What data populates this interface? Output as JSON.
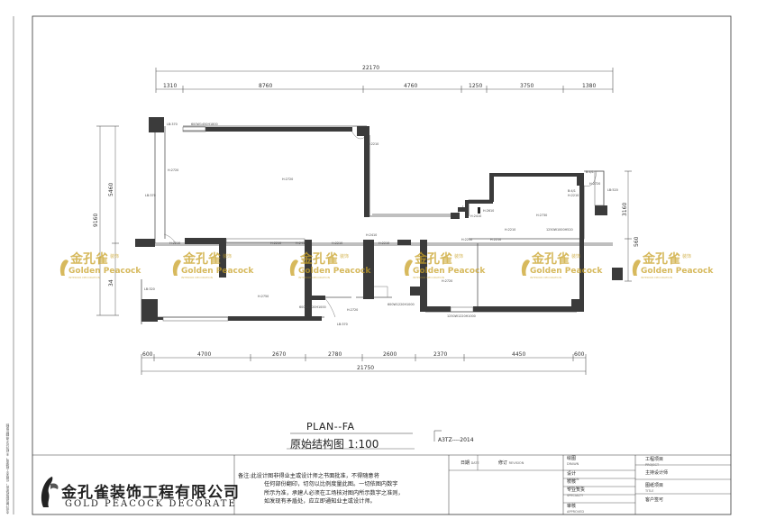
{
  "plan": {
    "title": "PLAN--FA",
    "subtitle": "原始结构图 1:100",
    "sheet_code": "A3TZ----2014"
  },
  "dimensions": {
    "top_total": "22170",
    "top_segments": [
      "1310",
      "8760",
      "4760",
      "1250",
      "3750",
      "1380"
    ],
    "bottom_total": "21750",
    "bottom_segments": [
      "600",
      "4700",
      "2670",
      "2780",
      "2600",
      "2370",
      "4450",
      "600"
    ],
    "left_total": "9160",
    "left_upper": "5460",
    "left_lower": "34",
    "right_upper": "3160",
    "right_lower": "560"
  },
  "plan_labels": {
    "lb_top_left": "LB:370",
    "lb_top_left2": "LB:370",
    "window_top": "600W1450H1800",
    "h_a": "H:2720",
    "h_b": "H:2720",
    "h_c": "H:2210",
    "h_d": "H:2410",
    "h_e": "H:2210",
    "h_f": "H:2410",
    "h_g": "H:2750",
    "h_h": "H:2720",
    "h_i": "H:2720",
    "h_j": "H:2410",
    "h_k": "H:2210",
    "h_l": "H:2730",
    "h_m": "H:2210",
    "h_n": "H:2210",
    "h_o": "H:2610",
    "h_p": "H:2720",
    "b47": "B:4/1",
    "lb_right": "LB:520",
    "win_right": "1250W1000H520",
    "win_bottom_a": "600W1220H1000",
    "win_bottom_b": "600W1220H1000",
    "win_bottom_c": "1250W1220H1000",
    "lb_bottom": "LB:370",
    "lb_left_mid": "LB:320"
  },
  "watermarks": [
    {
      "cn": "金孔雀",
      "en": "Golden Peacock",
      "mark": "装饰",
      "sub": "INTERIOR DECORATION"
    },
    {
      "cn": "金孔雀",
      "en": "Golden Peacock",
      "mark": "装饰",
      "sub": "INTERIOR DECORATION"
    },
    {
      "cn": "金孔雀",
      "en": "Golden Peacock",
      "mark": "装饰",
      "sub": "INTERIOR DECORATION"
    },
    {
      "cn": "金孔雀",
      "en": "Golden Peacock",
      "mark": "装饰",
      "sub": "INTERIOR DECORATION"
    },
    {
      "cn": "金孔雀",
      "en": "Golden Peacock",
      "mark": "装饰",
      "sub": "INTERIOR DECORATION"
    },
    {
      "cn": "金孔雀",
      "en": "Golden Peacock",
      "mark": "装饰",
      "sub": "INTERIOR DECORATION"
    }
  ],
  "company": {
    "name_cn": "金孔雀装饰工程有限公司",
    "name_en": "GOLD PEACOCK DECORATE"
  },
  "notes": {
    "line1": "备注:此设计图非得业主或设计师之书面批准，不得随意将",
    "line2": "任何部份翻印，切勿以比例度量此图。一切依图内数字",
    "line3": "所示为准，承建人必须在工场核对图内所示数字之准则，",
    "line4": "如发现有矛盾处，应立即通知业主或设计师。"
  },
  "title_block": {
    "date_label": "日期",
    "date_en": "DATE",
    "rev_label": "修订",
    "rev_en": "REVISION",
    "draw_label": "绘图",
    "draw_en": "DRAWN",
    "design_label": "设计",
    "design_en": "DESIGN",
    "check_label": "校核",
    "check_en": "CHECKED",
    "spec_label": "专业负责",
    "spec_en": "SPECIALTY",
    "approve_label": "审核",
    "approve_en": "APPROVED",
    "project_label": "工程项目",
    "project_en": "PROJECT",
    "chief_label": "主持设计师",
    "drawing_label": "图纸项目",
    "drawing_en": "TITLE",
    "client_label": "客户签可"
  },
  "side_note": "本设计图纸版权所有，仅限本工程使用，未经许可不得翻印复制"
}
